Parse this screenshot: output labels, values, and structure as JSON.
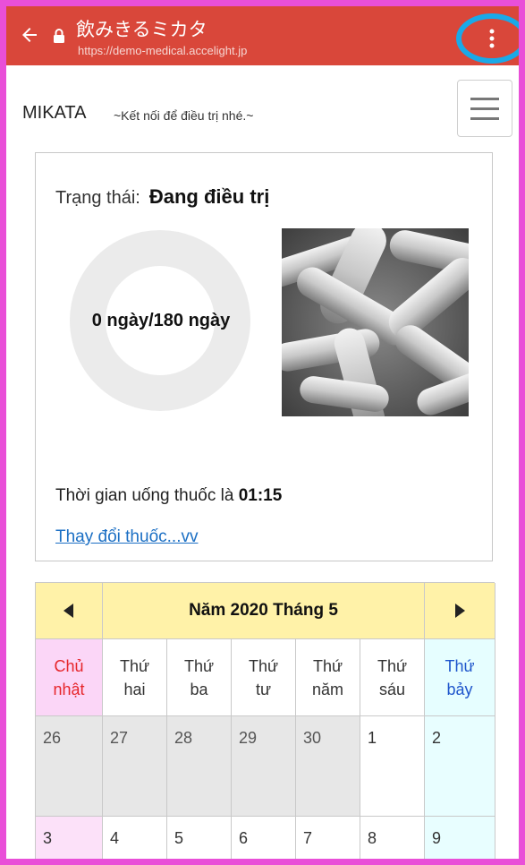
{
  "browser": {
    "title": "飲みきるミカタ",
    "url": "https://demo-medical.accelight.jp"
  },
  "header": {
    "brand": "MIKATA",
    "tagline": "~Kết nối để điều trị nhé.~"
  },
  "status": {
    "label": "Trạng thái:",
    "value": "Đang điều trị",
    "progress_text": "0 ngày/180 ngày",
    "progress_fraction": 0,
    "med_time_prefix": "Thời gian uống thuốc là",
    "med_time_value": "01:15",
    "change_link": "Thay đổi thuốc...vv"
  },
  "calendar": {
    "title": "Năm 2020 Tháng 5",
    "weekdays": [
      [
        "Chủ",
        "nhật"
      ],
      [
        "Thứ",
        "hai"
      ],
      [
        "Thứ",
        "ba"
      ],
      [
        "Thứ",
        "tư"
      ],
      [
        "Thứ",
        "năm"
      ],
      [
        "Thứ",
        "sáu"
      ],
      [
        "Thứ",
        "bảy"
      ]
    ],
    "weeks": [
      [
        "26",
        "27",
        "28",
        "29",
        "30",
        "1",
        "2"
      ],
      [
        "3",
        "4",
        "5",
        "6",
        "7",
        "8",
        "9"
      ]
    ]
  },
  "colors": {
    "browser_bar": "#d9473a",
    "highlight_ring": "#1aa9e8",
    "frame": "#e94fd8",
    "calendar_header": "#fff2a8",
    "sunday": "#e6262b",
    "saturday": "#1f56cc",
    "link": "#1b6fc4"
  },
  "icons": {
    "back": "arrow-left-icon",
    "lock": "lock-icon",
    "menu": "kebab-menu-icon",
    "nav": "hamburger-menu-icon",
    "prev": "triangle-left-icon",
    "next": "triangle-right-icon"
  }
}
